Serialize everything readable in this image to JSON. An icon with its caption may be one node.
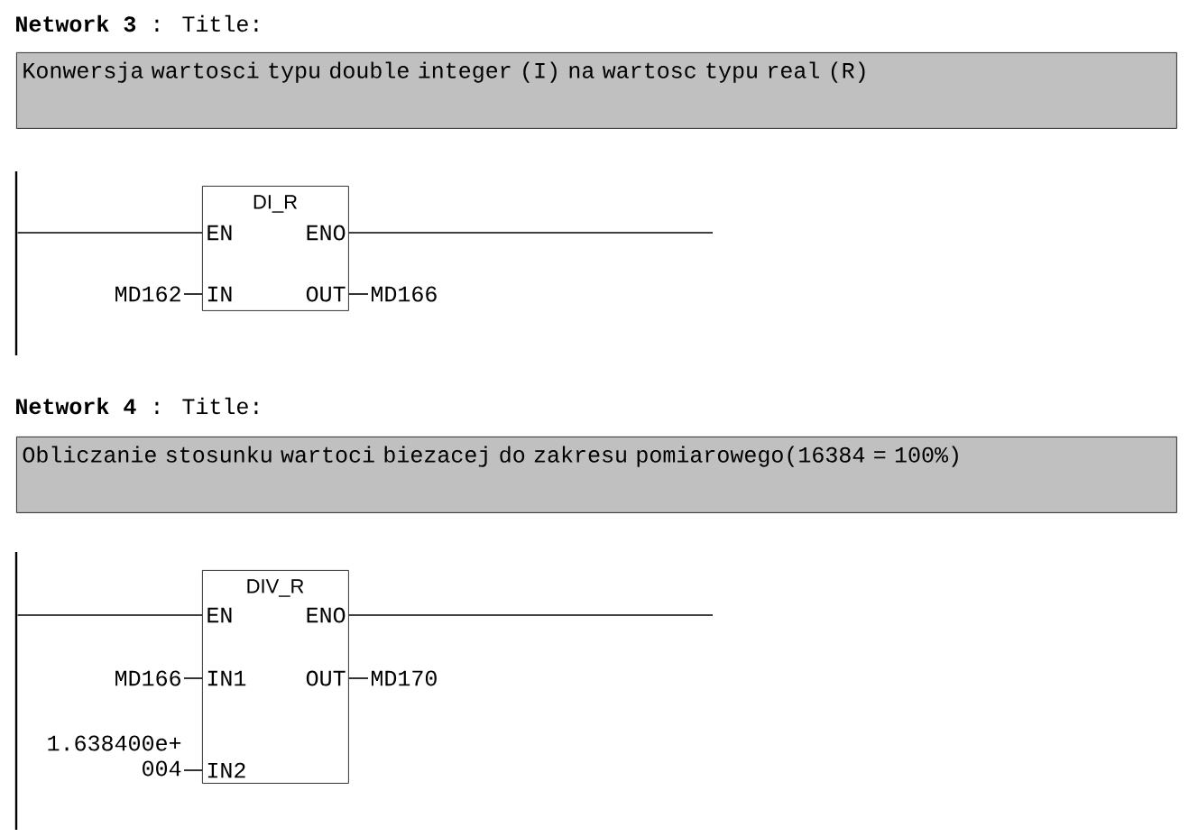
{
  "diagram": {
    "nodes": [
      {
        "text": [
          "Konwersja wartosci typu double integer (I) na wartosc typu real (R)"
        ]
      },
      {
        "text": [],
        "shape": "bar"
      },
      {
        "text": [
          "DI_R",
          "EN",
          "ENO",
          "IN",
          "OUT"
        ]
      },
      {
        "text": [
          "MD162"
        ]
      },
      {
        "text": [
          "MD166"
        ]
      },
      {
        "text": [
          "Obliczanie stosunku wartoci biezacej do zakresu pomiarowego(16384 = 100%)"
        ]
      },
      {
        "text": [],
        "shape": "bar"
      },
      {
        "text": [
          "DIV_R",
          "EN",
          "ENO",
          "IN1",
          "OUT",
          "IN2"
        ]
      },
      {
        "text": [
          "MD166"
        ]
      },
      {
        "text": [
          "MD170"
        ]
      },
      {
        "text": [
          "1.638400e+ 004"
        ]
      }
    ],
    "edges": [
      {
        "from": 1,
        "to": 2,
        "arrow": "none"
      },
      {
        "from": 2,
        "to": null,
        "arrow": "none"
      },
      {
        "from": 3,
        "to": 2,
        "arrow": "none"
      },
      {
        "from": 2,
        "to": 4,
        "arrow": "none"
      },
      {
        "from": 6,
        "to": 7,
        "arrow": "none"
      },
      {
        "from": 7,
        "to": null,
        "arrow": "none"
      },
      {
        "from": 8,
        "to": 7,
        "arrow": "none"
      },
      {
        "from": 7,
        "to": 9,
        "arrow": "none"
      },
      {
        "from": 10,
        "to": 7,
        "arrow": "none"
      }
    ],
    "labels": [
      "**Network 3** : Title:",
      "**Network 4** : Title:"
    ]
  }
}
